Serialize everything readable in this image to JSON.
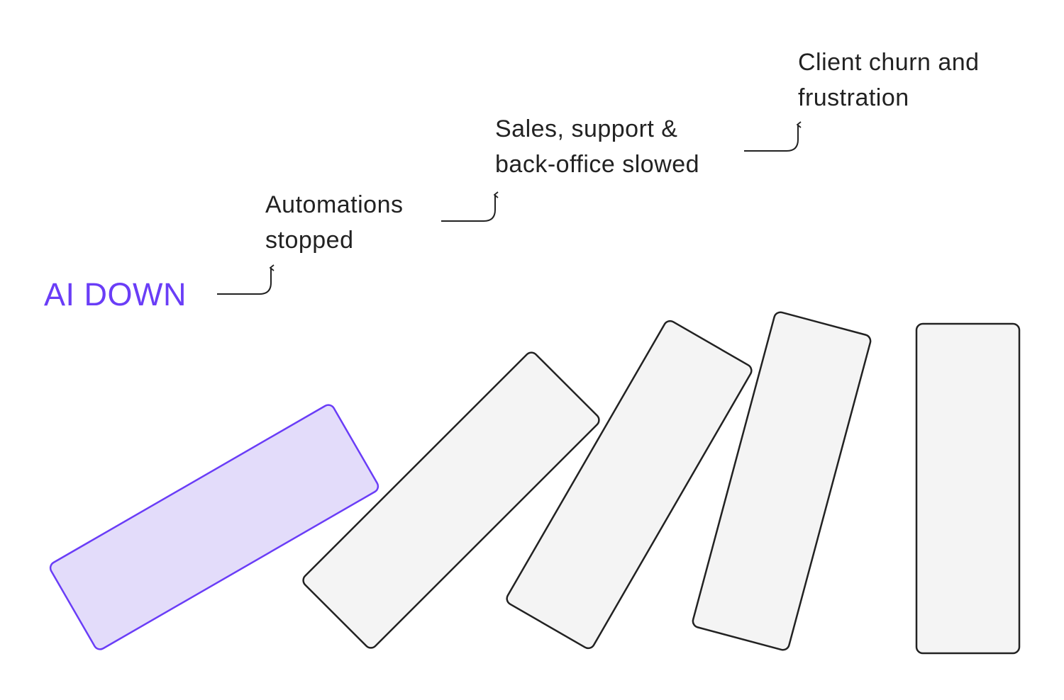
{
  "colors": {
    "accent": "#6a3df7",
    "accent_fill": "#e3dcfa",
    "domino_fill": "#f4f4f4",
    "stroke": "#222222"
  },
  "labels": {
    "trigger": "AI DOWN",
    "step1": [
      "Automations",
      "stopped"
    ],
    "step2": [
      "Sales, support &",
      "back-office slowed"
    ],
    "step3": [
      "Client churn and",
      "frustration"
    ]
  }
}
